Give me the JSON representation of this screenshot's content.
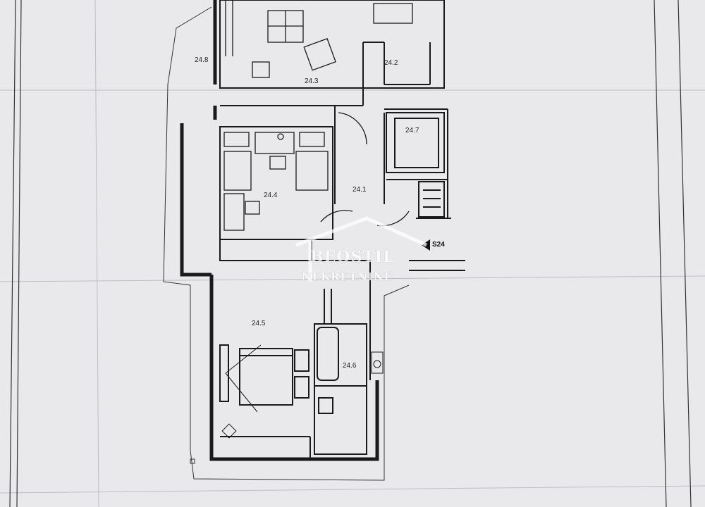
{
  "plan": {
    "rooms": [
      {
        "id": "24.8",
        "label": "24.8"
      },
      {
        "id": "24.3",
        "label": "24.3"
      },
      {
        "id": "24.2",
        "label": "24.2"
      },
      {
        "id": "24.7",
        "label": "24.7"
      },
      {
        "id": "24.4",
        "label": "24.4"
      },
      {
        "id": "24.1",
        "label": "24.1"
      },
      {
        "id": "24.5",
        "label": "24.5"
      },
      {
        "id": "24.6",
        "label": "24.6"
      }
    ],
    "section_marker": "S24"
  },
  "watermark": {
    "line1": "BEOSTIL",
    "line2": "NEKRETNINE"
  },
  "colors": {
    "paper": "#e9e9ec",
    "line": "#1a1a1a",
    "fold": "#c9c9cf"
  }
}
